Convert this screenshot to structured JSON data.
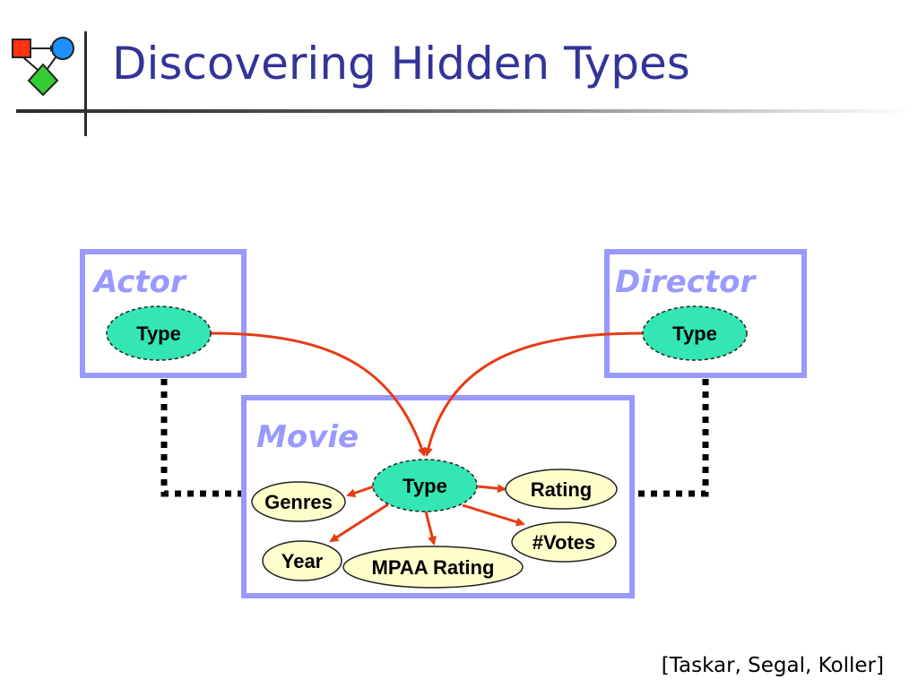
{
  "slide": {
    "title": "Discovering Hidden Types",
    "citation": "[Taskar, Segal, Koller]"
  },
  "diagram": {
    "classes": {
      "actor": "Actor",
      "director": "Director",
      "movie": "Movie"
    },
    "nodes": {
      "actor_type": "Type",
      "director_type": "Type",
      "movie_type": "Type",
      "genres": "Genres",
      "rating": "Rating",
      "votes": "#Votes",
      "year": "Year",
      "mpaa_rating": "MPAA Rating"
    },
    "colors": {
      "class_box": "#9999ff",
      "hidden_node_fill": "#33e6b3",
      "attribute_node_fill": "#ffffcc",
      "edge": "#e63c14",
      "title": "#333399"
    }
  }
}
